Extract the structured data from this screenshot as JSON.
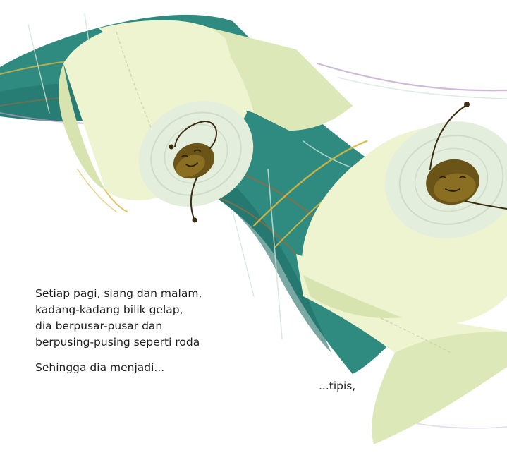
{
  "story": {
    "paragraph_1": [
      "Setiap pagi, siang dan malam,",
      "kadang-kadang bilik gelap,",
      "dia berpusar-pusar dan",
      "berpusing-pusing seperti roda"
    ],
    "paragraph_2": "Sehingga dia menjadi...",
    "paragraph_3": "...tipis,"
  },
  "palette": {
    "background": "#ffffff",
    "ribbon_teal": "#2f8a80",
    "ribbon_dark_teal": "#1f6e66",
    "paper_cream": "#eef3d0",
    "paper_shadow": "#c9d9a8",
    "roll_face": "#e3eedc",
    "face_hole": "#6b5418",
    "line_accent_gold": "#d8b740",
    "line_accent_brown": "#9a6a3c",
    "text": "#1d1d1d"
  }
}
